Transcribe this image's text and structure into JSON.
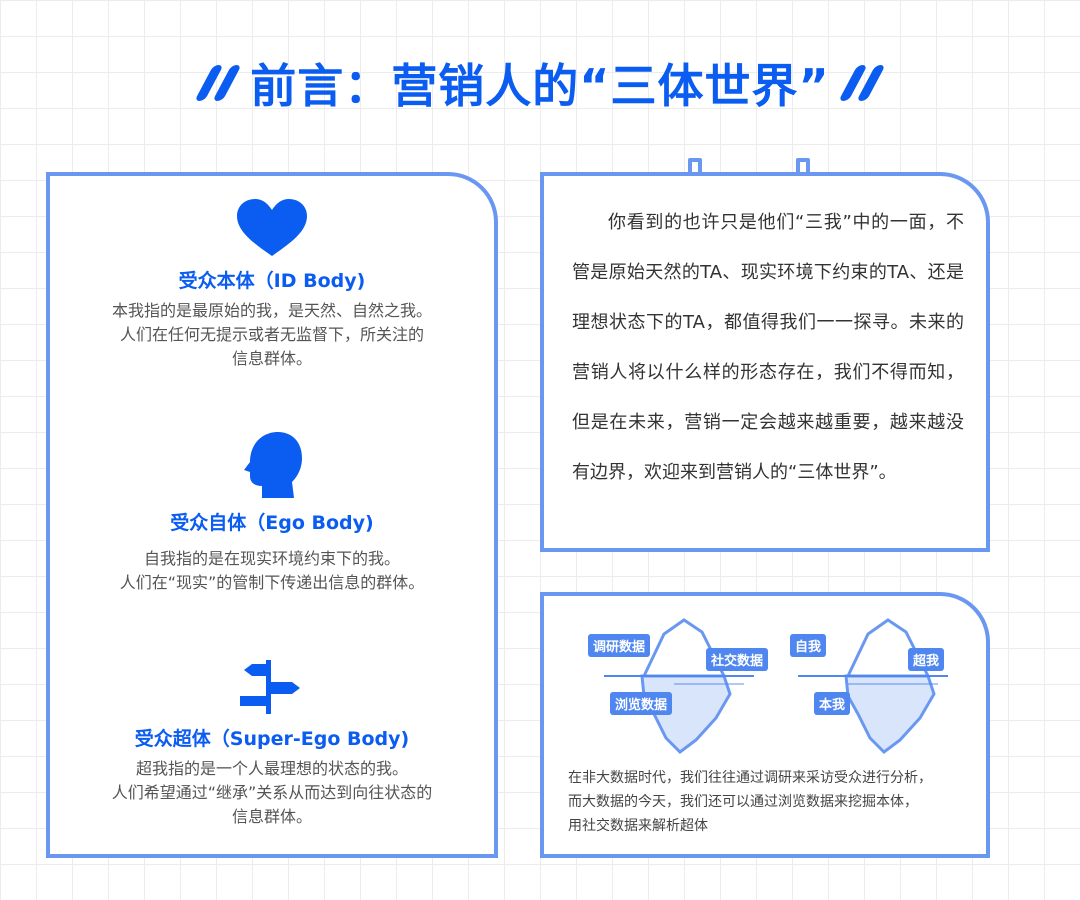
{
  "header": {
    "title": "前言：营销人的“三体世界”"
  },
  "left_card": {
    "sections": [
      {
        "title": "受众本体（ID Body)",
        "lines": [
          "本我指的是最原始的我，是天然、自然之我。",
          "人们在任何无提示或者无监督下，所关注的",
          "信息群体。"
        ],
        "icon": "heart-icon"
      },
      {
        "title": "受众自体（Ego Body)",
        "lines": [
          "自我指的是在现实环境约束下的我。",
          "人们在“现实”的管制下传递出信息的群体。"
        ],
        "icon": "head-silhouette-icon"
      },
      {
        "title": "受众超体（Super-Ego Body)",
        "lines": [
          "超我指的是一个人最理想的状态的我。",
          "人们希望通过“继承”关系从而达到向往状态的",
          "信息群体。"
        ],
        "icon": "signpost-icon"
      }
    ]
  },
  "right_top_card": {
    "paragraph": "你看到的也许只是他们“三我”中的一面，不管是原始天然的TA、现实环境下约束的TA、还是理想状态下的TA，都值得我们一一探寻。未来的营销人将以什么样的形态存在，我们不得而知，但是在未来，营销一定会越来越重要，越来越没有边界，欢迎来到营销人的“三体世界”。"
  },
  "right_bottom_card": {
    "iceberg_left_labels": [
      "调研数据",
      "社交数据",
      "浏览数据"
    ],
    "iceberg_right_labels": [
      "自我",
      "超我",
      "本我"
    ],
    "description_lines": [
      "在非大数据时代，我们往往通过调研来采访受众进行分析，",
      "而大数据的今天，我们还可以通过浏览数据来挖掘本体，",
      "用社交数据来解析超体"
    ],
    "icon": "iceberg-icon"
  },
  "colors": {
    "accent": "#0b5cf0",
    "border": "#6a98f1",
    "tag": "#4f86ef"
  }
}
